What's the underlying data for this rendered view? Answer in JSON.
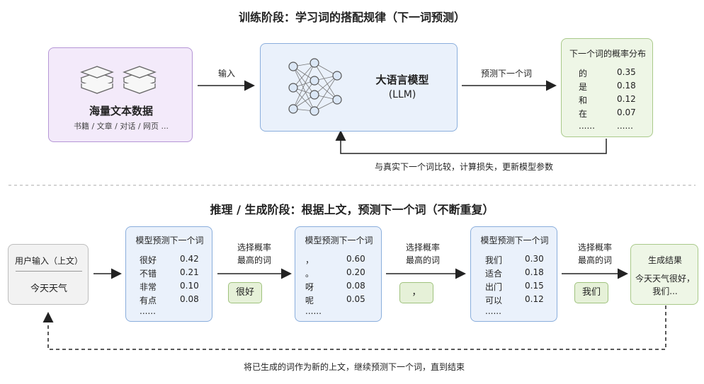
{
  "training": {
    "title": "训练阶段：学习词的搭配规律（下一词预测）",
    "data_box": {
      "title": "海量文本数据",
      "subtitle": "书籍 / 文章 / 对话 / 网页 ..."
    },
    "input_label": "输入",
    "llm": {
      "name": "大语言模型",
      "abbr": "(LLM)"
    },
    "predict_label": "预测下一个词",
    "dist_box": {
      "title": "下一个词的概率分布",
      "rows": [
        {
          "word": "的",
          "p": "0.35"
        },
        {
          "word": "是",
          "p": "0.18"
        },
        {
          "word": "和",
          "p": "0.12"
        },
        {
          "word": "在",
          "p": "0.07"
        },
        {
          "word": "......",
          "p": "......"
        }
      ]
    },
    "feedback_label": "与真实下一个词比较，计算损失，更新模型参数"
  },
  "inference": {
    "title": "推理 / 生成阶段：根据上文，预测下一个词（不断重复）",
    "user_box": {
      "title": "用户输入（上文）",
      "text": "今天天气"
    },
    "predict_boxes": [
      {
        "title": "模型预测下一个词",
        "rows": [
          {
            "word": "很好",
            "p": "0.42"
          },
          {
            "word": "不错",
            "p": "0.21"
          },
          {
            "word": "非常",
            "p": "0.10"
          },
          {
            "word": "有点",
            "p": "0.08"
          },
          {
            "word": "......",
            "p": ""
          }
        ]
      },
      {
        "title": "模型预测下一个词",
        "rows": [
          {
            "word": "，",
            "p": "0.60"
          },
          {
            "word": "。",
            "p": "0.20"
          },
          {
            "word": "呀",
            "p": "0.08"
          },
          {
            "word": "呢",
            "p": "0.05"
          },
          {
            "word": "......",
            "p": ""
          }
        ]
      },
      {
        "title": "模型预测下一个词",
        "rows": [
          {
            "word": "我们",
            "p": "0.30"
          },
          {
            "word": "适合",
            "p": "0.18"
          },
          {
            "word": "出门",
            "p": "0.15"
          },
          {
            "word": "可以",
            "p": "0.12"
          },
          {
            "word": "......",
            "p": ""
          }
        ]
      }
    ],
    "select_label_1": "选择概率",
    "select_label_2": "最高的词",
    "chips": [
      "很好",
      "，",
      "我们"
    ],
    "result_box": {
      "title": "生成结果",
      "line1": "今天天气很好，",
      "line2": "我们..."
    },
    "loop_label": "将已生成的词作为新的上文，继续预测下一个词，直到结束"
  }
}
